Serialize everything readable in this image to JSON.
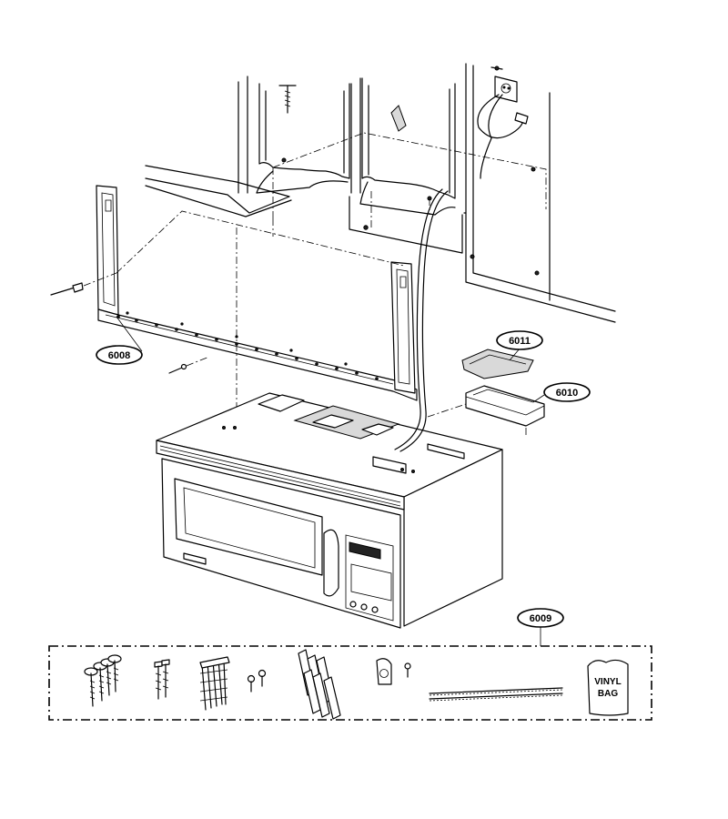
{
  "diagram": {
    "type": "exploded-parts-view",
    "callouts": [
      {
        "id": "6008",
        "label": "6008"
      },
      {
        "id": "6011",
        "label": "6011"
      },
      {
        "id": "6010",
        "label": "6010"
      },
      {
        "id": "6009",
        "label": "6009"
      }
    ],
    "kit_items": {
      "vinyl_bag_line1": "VINYL",
      "vinyl_bag_line2": "BAG"
    }
  }
}
